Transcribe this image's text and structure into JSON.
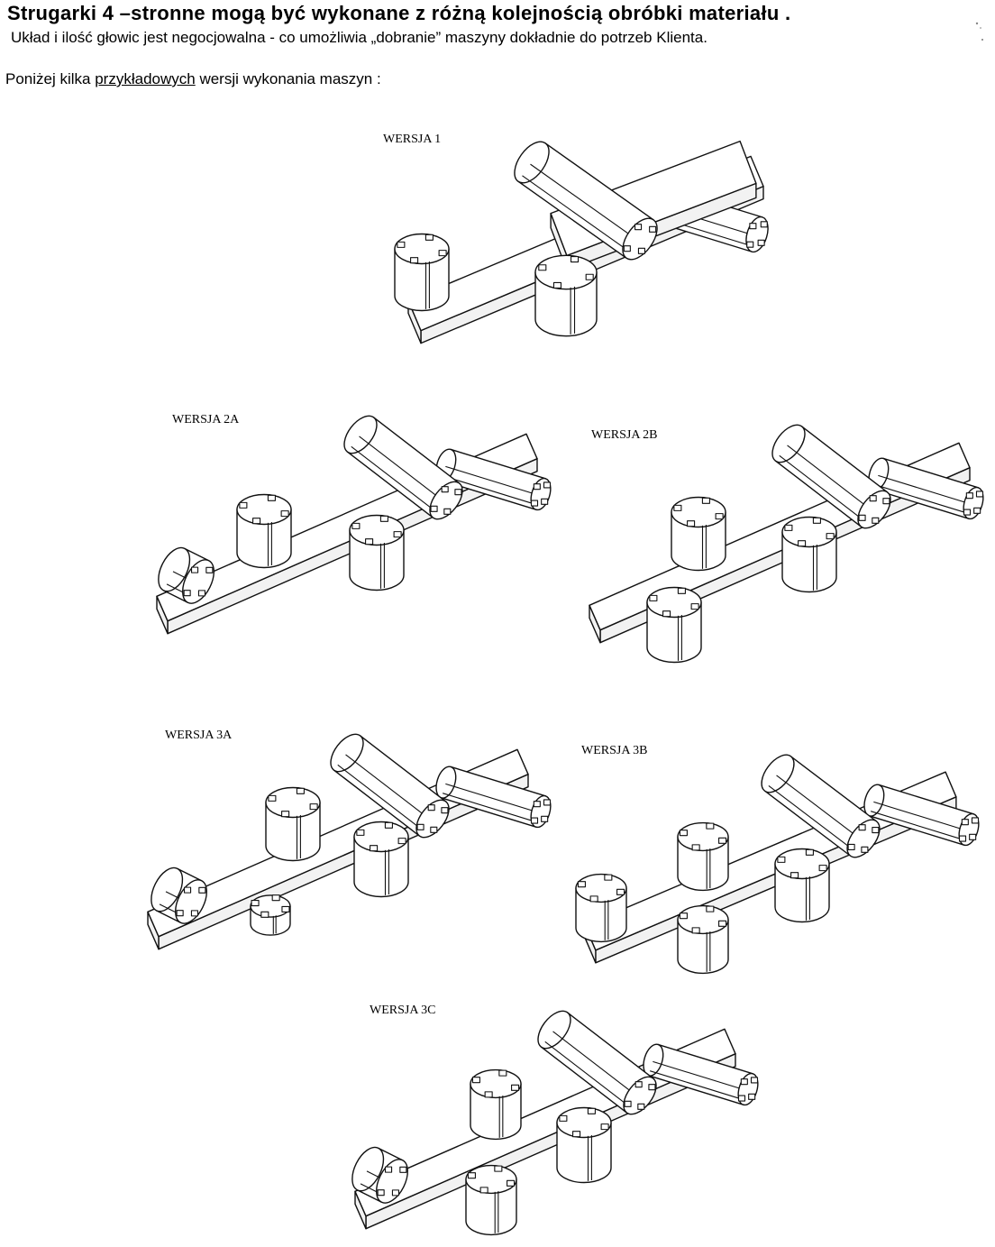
{
  "header": {
    "title": "Strugarki 4 –stronne mogą być wykonane z różną kolejnością obróbki materiału .",
    "subtitle": "Układ i ilość głowic jest negocjowalna - co umożliwia „dobranie” maszyny dokładnie do potrzeb Klienta."
  },
  "intro": {
    "before": "Poniżej kilka ",
    "underlined": "przykładowych",
    "after": " wersji wykonania maszyn :"
  },
  "versions": [
    {
      "id": "w1",
      "label": "WERSJA 1"
    },
    {
      "id": "w2a",
      "label": "WERSJA 2A"
    },
    {
      "id": "w2b",
      "label": "WERSJA 2B"
    },
    {
      "id": "w3a",
      "label": "WERSJA 3A"
    },
    {
      "id": "w3b",
      "label": "WERSJA 3B"
    },
    {
      "id": "w3c",
      "label": "WERSJA 3C"
    }
  ]
}
